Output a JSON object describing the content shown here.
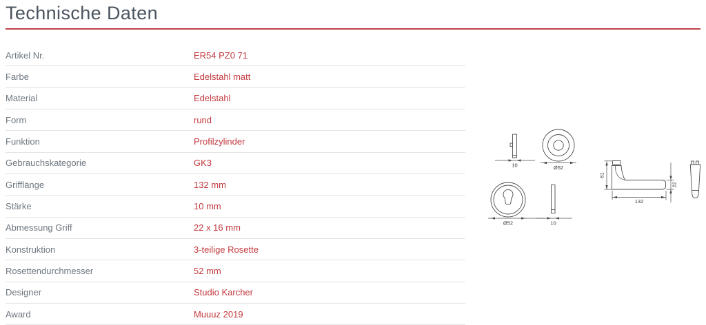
{
  "page": {
    "title": "Technische Daten"
  },
  "colors": {
    "accent_red": "#c2393e",
    "rule_red": "#bf4146",
    "title_text": "#4a545e",
    "label_text": "#6e7780",
    "divider": "#e4e4e4",
    "drawing_line": "#4b4b4b"
  },
  "specs": {
    "rows": [
      {
        "label": "Artikel Nr.",
        "value": "ER54 PZ0 71"
      },
      {
        "label": "Farbe",
        "value": "Edelstahl matt"
      },
      {
        "label": "Material",
        "value": "Edelstahl"
      },
      {
        "label": "Form",
        "value": "rund"
      },
      {
        "label": "Funktion",
        "value": "Profilzylinder"
      },
      {
        "label": "Gebrauchskategorie",
        "value": "GK3"
      },
      {
        "label": "Grifflänge",
        "value": "132 mm"
      },
      {
        "label": "Stärke",
        "value": "10 mm"
      },
      {
        "label": "Abmessung Griff",
        "value": "22 x 16 mm"
      },
      {
        "label": "Konstruktion",
        "value": "3-teilige Rosette"
      },
      {
        "label": "Rosettendurchmesser",
        "value": "52 mm"
      },
      {
        "label": "Designer",
        "value": "Studio Karcher"
      },
      {
        "label": "Award",
        "value": "Muuuz 2019"
      }
    ]
  },
  "drawings": {
    "rosette_thickness_top": "10",
    "rosette_diameter_top": "Ø52",
    "rosette_diameter_bottom": "Ø52",
    "rosette_thickness_bottom": "10",
    "handle_height": "61",
    "handle_length": "132",
    "handle_width": "22"
  }
}
